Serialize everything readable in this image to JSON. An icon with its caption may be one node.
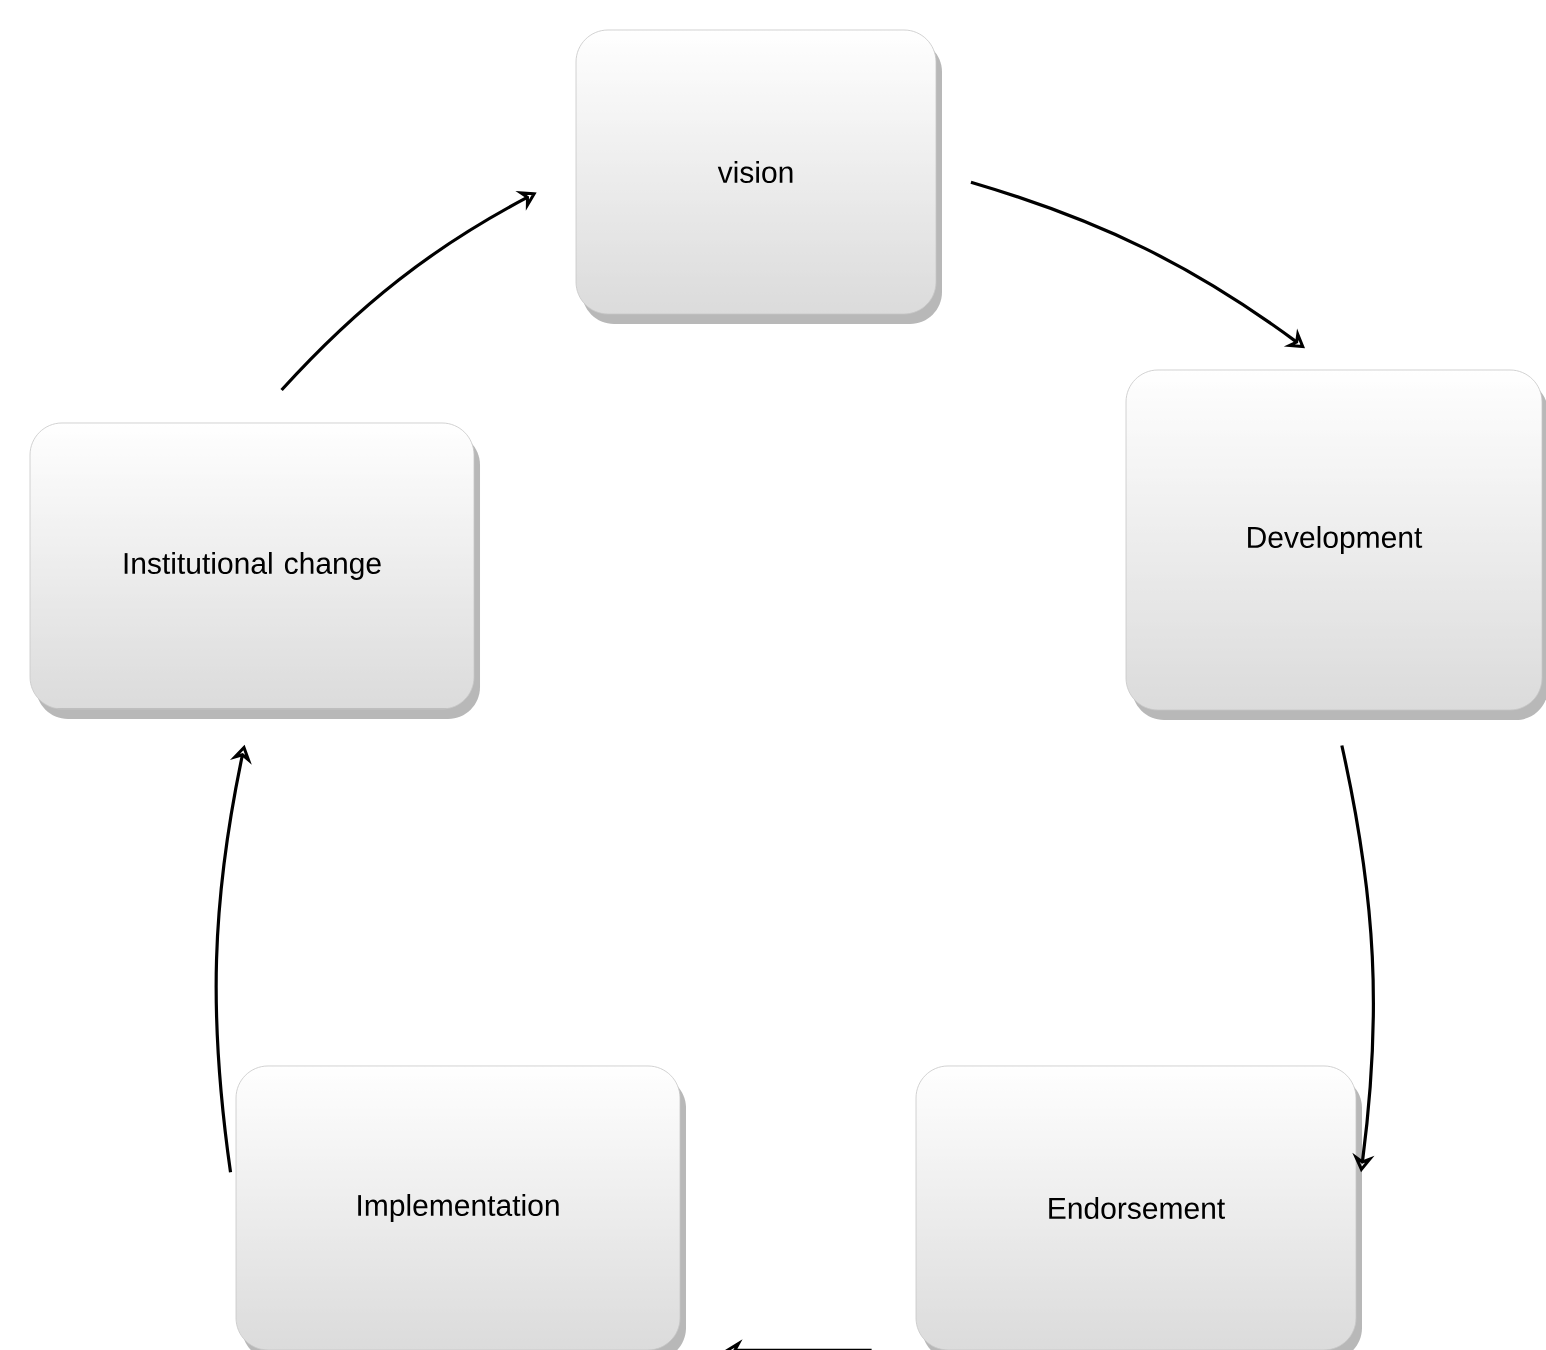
{
  "diagram": {
    "nodes": [
      {
        "text": [
          "vision"
        ]
      },
      {
        "text": [
          "Development"
        ]
      },
      {
        "text": [
          "Endorsement"
        ]
      },
      {
        "text": [
          "Implementation"
        ]
      },
      {
        "text": [
          "Institutional change"
        ]
      }
    ],
    "edges": [
      {
        "from": 0,
        "to": 1,
        "arrow": "to"
      },
      {
        "from": 1,
        "to": 2,
        "arrow": "to"
      },
      {
        "from": 2,
        "to": 3,
        "arrow": "to"
      },
      {
        "from": 3,
        "to": 4,
        "arrow": "to"
      },
      {
        "from": 4,
        "to": 0,
        "arrow": "to"
      }
    ]
  }
}
